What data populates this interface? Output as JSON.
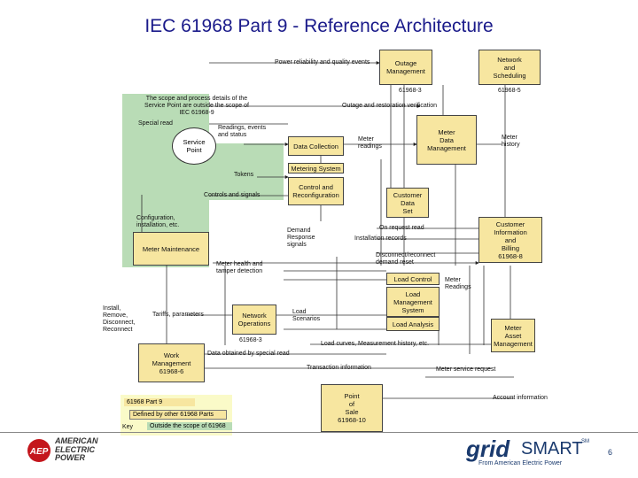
{
  "title": "IEC 61968 Part 9 - Reference Architecture",
  "green_note": "The scope and process details of the Service Point are outside the scope of IEC 61968-9",
  "boxes": {
    "outage": "Outage\nManagement",
    "outage_std": "61968-3",
    "network_planning": "Network\nand\nScheduling",
    "network_planning_std": "61968-5",
    "data_collection": "Data Collection",
    "mdm": "Meter\nData\nManagement",
    "metering_system": "Metering System",
    "control": "Control and\nReconfiguration",
    "customer_data": "Customer\nData\nSet",
    "cis": "Customer\nInformation\nand\nBilling",
    "cis_std": "61968-8",
    "meter_maint": "Meter Maintenance",
    "load_control": "Load Control",
    "lms": "Load\nManagement\nSystem",
    "load_analysis": "Load Analysis",
    "network_ops": "Network\nOperations",
    "network_ops_std": "61968-3",
    "mam": "Meter\nAsset\nManagement",
    "work_mgmt": "Work\nManagement",
    "work_mgmt_std": "61968-6",
    "pos": "Point\nof\nSale",
    "pos_std": "61968-10",
    "service_point": "Service\nPoint"
  },
  "labels": {
    "power_reliability": "Power reliability and quality events",
    "outage_restoration": "Outage and restoration verification",
    "special_read": "Special read",
    "readings_events": "Readings, events\nand status",
    "meter_readings": "Meter\nreadings",
    "meter_history": "Meter\nhistory",
    "tokens": "Tokens",
    "controls_signals": "Controls and signals",
    "config_install": "Configuration,\ninstallation, etc.",
    "on_request_read": "On request read",
    "demand_response": "Demand\nResponse\nsignals",
    "installation_records": "Installation records",
    "disconnect_reconnect": "Disconnect/reconnect\ndemand reset",
    "meter_health": "Meter health and\ntamper detection",
    "meter_readings2": "Meter\nReadings",
    "install_remove": "Install,\nRemove,\nDisconnect,\nReconnect",
    "tariffs_params": "Tariffs, parameters",
    "load_scenarios": "Load\nScenarios",
    "load_history": "Load curves, Measurement history, etc.",
    "data_obtained": "Data obtained by special read",
    "transaction_info": "Transaction information",
    "meter_service_request": "Meter service request",
    "account_info": "Account information"
  },
  "legend": {
    "key": "Key",
    "item1": "61968 Part 9",
    "item2": "Defined by other 61968 Parts",
    "item3": "Outside the scope of 61968"
  },
  "footer": {
    "aep_text": "AMERICAN\nELECTRIC\nPOWER",
    "grid": "grid",
    "smart": "SMART",
    "tm": "SM",
    "sub": "From American Electric Power",
    "page": "6"
  },
  "colors": {
    "box": "#f7e6a0",
    "scope": "#b9dcb6",
    "title": "#1a1a8a",
    "aep_red": "#c4161c",
    "grid_blue": "#1a3a6e"
  }
}
